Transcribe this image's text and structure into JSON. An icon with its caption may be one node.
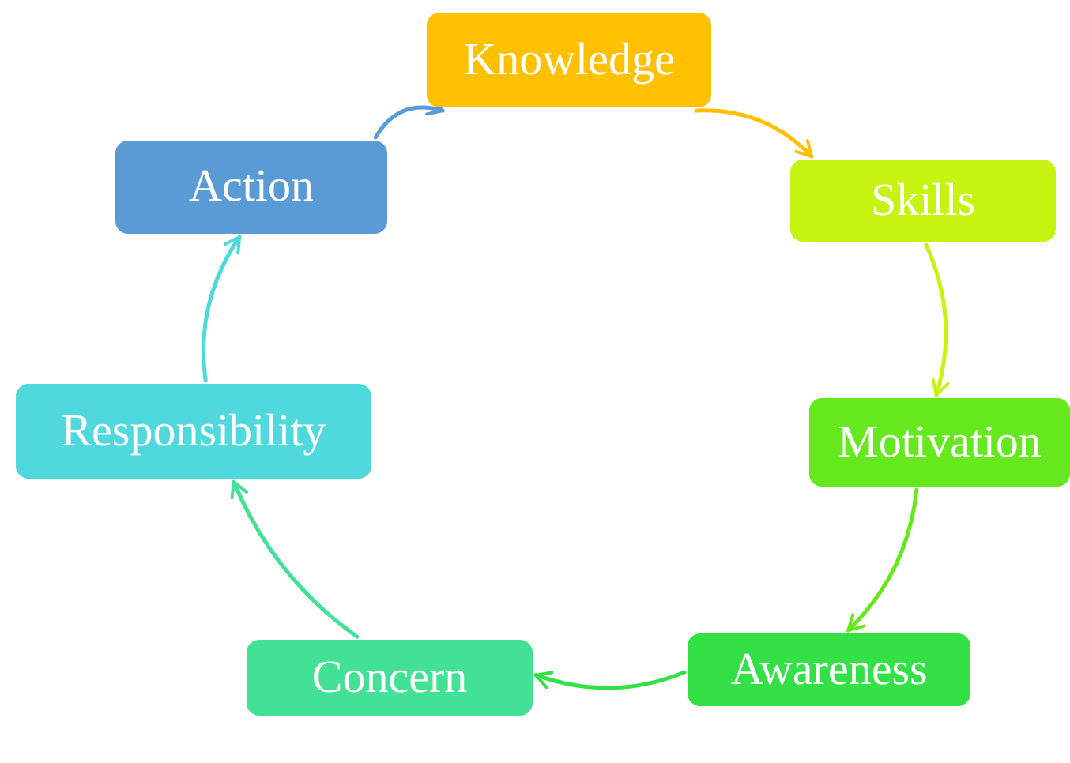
{
  "diagram": {
    "nodes": [
      {
        "text": [
          "Knowledge"
        ]
      },
      {
        "text": [
          "Skills"
        ]
      },
      {
        "text": [
          "Motivation"
        ]
      },
      {
        "text": [
          "Awareness"
        ]
      },
      {
        "text": [
          "Concern"
        ]
      },
      {
        "text": [
          "Responsibility"
        ]
      },
      {
        "text": [
          "Action"
        ]
      }
    ],
    "edges": [
      {
        "from": 0,
        "to": 1,
        "arrow": "to",
        "color": "#ffc000"
      },
      {
        "from": 1,
        "to": 2,
        "arrow": "to",
        "color": "#c6f411"
      },
      {
        "from": 2,
        "to": 3,
        "arrow": "to",
        "color": "#66e81e"
      },
      {
        "from": 3,
        "to": 4,
        "arrow": "to",
        "color": "#33e046"
      },
      {
        "from": 4,
        "to": 5,
        "arrow": "to",
        "color": "#42e196"
      },
      {
        "from": 5,
        "to": 6,
        "arrow": "to",
        "color": "#4fd9dd"
      },
      {
        "from": 6,
        "to": 0,
        "arrow": "to",
        "color": "#5b9bd5"
      }
    ]
  }
}
